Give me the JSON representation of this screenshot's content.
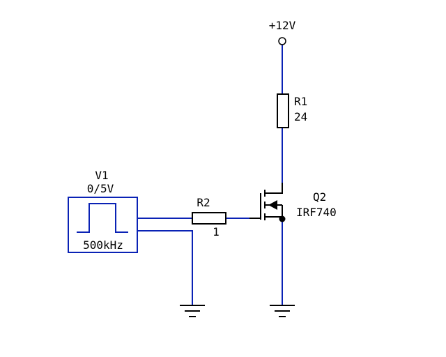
{
  "colors": {
    "wire": "#0a22b5",
    "component": "#000000",
    "background": "#ffffff"
  },
  "supply": {
    "label": "+12V"
  },
  "source": {
    "ref": "V1",
    "levels": "0/5V",
    "frequency": "500kHz",
    "icon": "pulse-waveform-icon"
  },
  "r2": {
    "ref": "R2",
    "value": "1"
  },
  "r1": {
    "ref": "R1",
    "value": "24"
  },
  "mosfet": {
    "ref": "Q2",
    "part": "IRF740",
    "icon": "n-channel-mosfet-icon"
  },
  "grounds": [
    {
      "name": "source-ground",
      "icon": "ground-icon"
    },
    {
      "name": "mosfet-ground",
      "icon": "ground-icon"
    }
  ]
}
